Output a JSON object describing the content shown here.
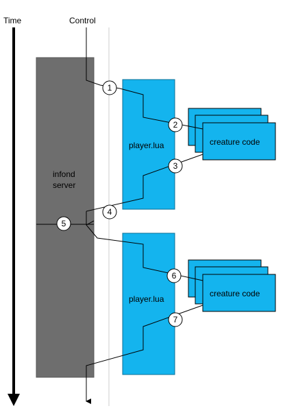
{
  "headers": {
    "time": "Time",
    "control": "Control"
  },
  "server": {
    "line1": "infond",
    "line2": "server",
    "fill": "#6e6e6e"
  },
  "player_boxes": [
    {
      "label": "player.lua"
    },
    {
      "label": "player.lua"
    }
  ],
  "creature_boxes": [
    {
      "label": "creature code"
    },
    {
      "label": "creature code"
    }
  ],
  "steps": [
    "1",
    "2",
    "3",
    "4",
    "5",
    "6",
    "7"
  ],
  "colors": {
    "process_blue": "#14b4ee",
    "server_gray": "#6e6e6e",
    "line": "#000000",
    "guide": "#cccccc"
  }
}
